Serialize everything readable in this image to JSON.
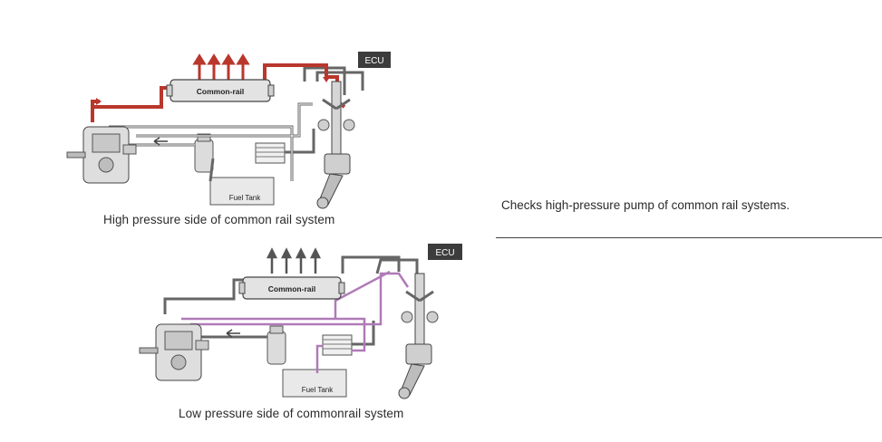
{
  "top_diagram": {
    "ecu_label": "ECU",
    "rail_label": "Common-rail",
    "tank_label": "Fuel Tank",
    "caption": "High pressure side of common rail system",
    "highlight_color": "#b9372c"
  },
  "bottom_diagram": {
    "ecu_label": "ECU",
    "rail_label": "Common-rail",
    "tank_label": "Fuel Tank",
    "caption": "Low pressure side of commonrail system",
    "highlight_color": "#b07ab8"
  },
  "description": "Checks high-pressure pump of common rail systems."
}
